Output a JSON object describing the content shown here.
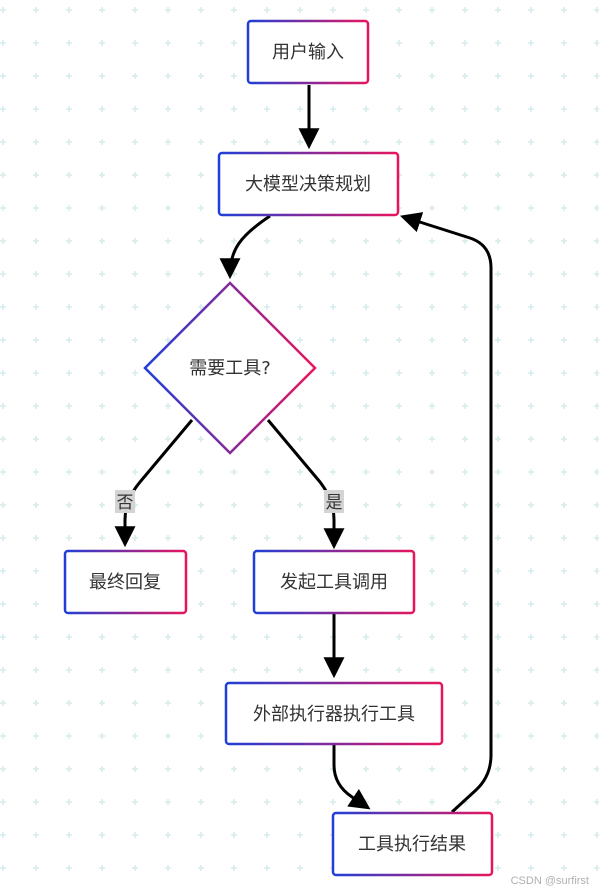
{
  "diagram": {
    "nodes": {
      "user_input": "用户输入",
      "llm_plan": "大模型决策规划",
      "need_tool": "需要工具?",
      "final_reply": "最终回复",
      "invoke_tool": "发起工具调用",
      "execute_tool": "外部执行器执行工具",
      "tool_result": "工具执行结果"
    },
    "edge_labels": {
      "no": "否",
      "yes": "是"
    }
  },
  "watermark": "CSDN @surfirst",
  "colors": {
    "gradient_start": "#1f3fd6",
    "gradient_end": "#e8155e",
    "grid_plus": "#d6ecec",
    "edge": "#000000",
    "label_bg": "#d4d4d4"
  }
}
